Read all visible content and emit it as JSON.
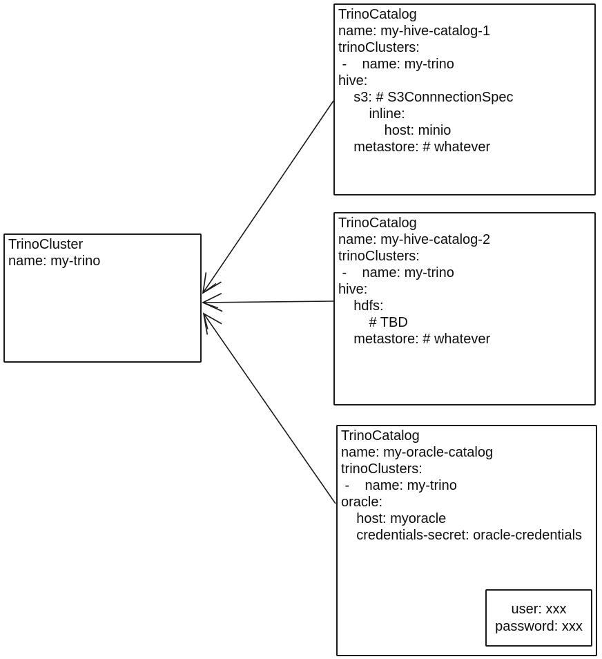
{
  "diagram": {
    "colors": {
      "background": "#ffffff",
      "stroke": "#1b1b1b",
      "text": "#0e0e0e"
    },
    "cluster": {
      "lines": [
        "TrinoCluster",
        "name: my-trino"
      ]
    },
    "catalogs": [
      {
        "lines": [
          "TrinoCatalog",
          "name: my-hive-catalog-1",
          "trinoClusters:",
          " -    name: my-trino",
          "hive:",
          "    s3: # S3ConnnectionSpec",
          "        inline:",
          "            host: minio",
          "    metastore: # whatever"
        ]
      },
      {
        "lines": [
          "TrinoCatalog",
          "name: my-hive-catalog-2",
          "trinoClusters:",
          " -    name: my-trino",
          "hive:",
          "    hdfs:",
          "        # TBD",
          "    metastore: # whatever"
        ]
      },
      {
        "lines": [
          "TrinoCatalog",
          "name: my-oracle-catalog",
          "trinoClusters:",
          " -    name: my-trino",
          "oracle:",
          "    host: myoracle",
          "    credentials-secret: oracle-credentials"
        ]
      }
    ],
    "secret": {
      "lines": [
        "user: xxx",
        "password: xxx"
      ]
    }
  }
}
